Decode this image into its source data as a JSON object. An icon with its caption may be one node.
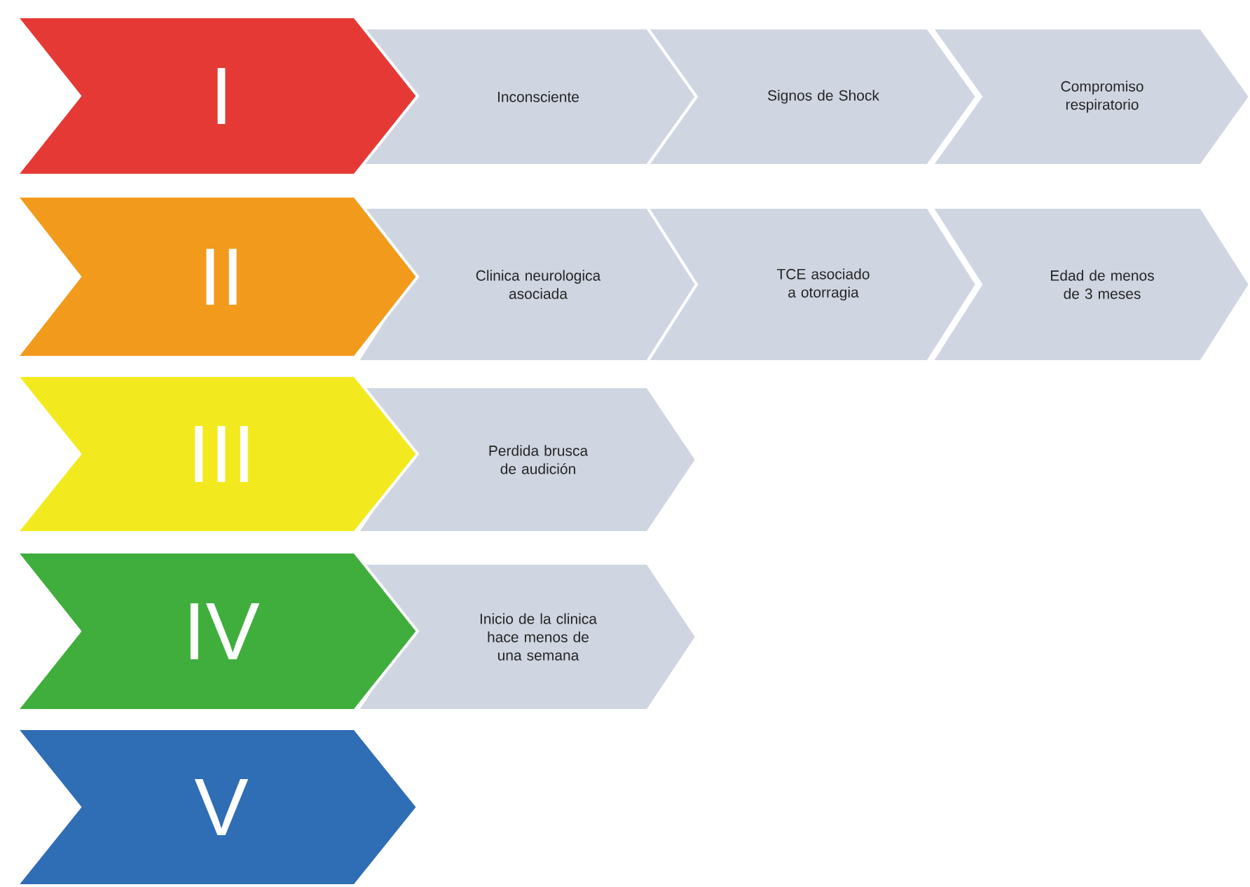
{
  "diagram": {
    "nodes": [
      {
        "text": [
          "I"
        ]
      },
      {
        "text": [
          "Inconsciente"
        ]
      },
      {
        "text": [
          "Signos de Shock"
        ]
      },
      {
        "text": [
          "Compromiso respiratorio"
        ]
      },
      {
        "text": [
          "II"
        ]
      },
      {
        "text": [
          "Clinica neurologica asociada"
        ]
      },
      {
        "text": [
          "TCE asociado a otorragia"
        ]
      },
      {
        "text": [
          "Edad de menos de 3 meses"
        ]
      },
      {
        "text": [
          "III"
        ]
      },
      {
        "text": [
          "Perdida brusca de audición"
        ]
      },
      {
        "text": [
          "IV"
        ]
      },
      {
        "text": [
          "Inicio de la clinica hace menos de una semana"
        ]
      },
      {
        "text": [
          "V"
        ]
      }
    ]
  }
}
